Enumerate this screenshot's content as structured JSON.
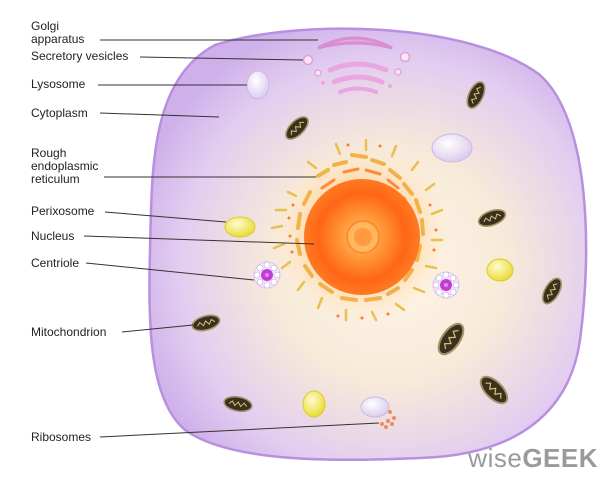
{
  "labels": {
    "golgi_line1": "Golgi",
    "golgi_line2": "apparatus",
    "secretory": "Secretory vesicles",
    "lysosome": "Lysosome",
    "cytoplasm": "Cytoplasm",
    "rough_er_line1": "Rough",
    "rough_er_line2": "endoplasmic",
    "rough_er_line3": "reticulum",
    "perixosome": "Perixosome",
    "nucleus": "Nucleus",
    "centriole": "Centriole",
    "mitochondrion": "Mitochondrion",
    "ribosomes": "Ribosomes"
  },
  "watermark": {
    "regular": "wise",
    "bold": "GEEK"
  },
  "colors": {
    "cell_membrane": "#c9a8e6",
    "cytoplasm_center": "#fbf1e6",
    "golgi": "#e9a6e0",
    "nucleus_outer": "#ff6a1a",
    "nucleus_inner": "#ffb347",
    "peroxisome": "#f3ea5a",
    "centriole": "#c23bd6",
    "mitochondrion": "#3b3320"
  }
}
